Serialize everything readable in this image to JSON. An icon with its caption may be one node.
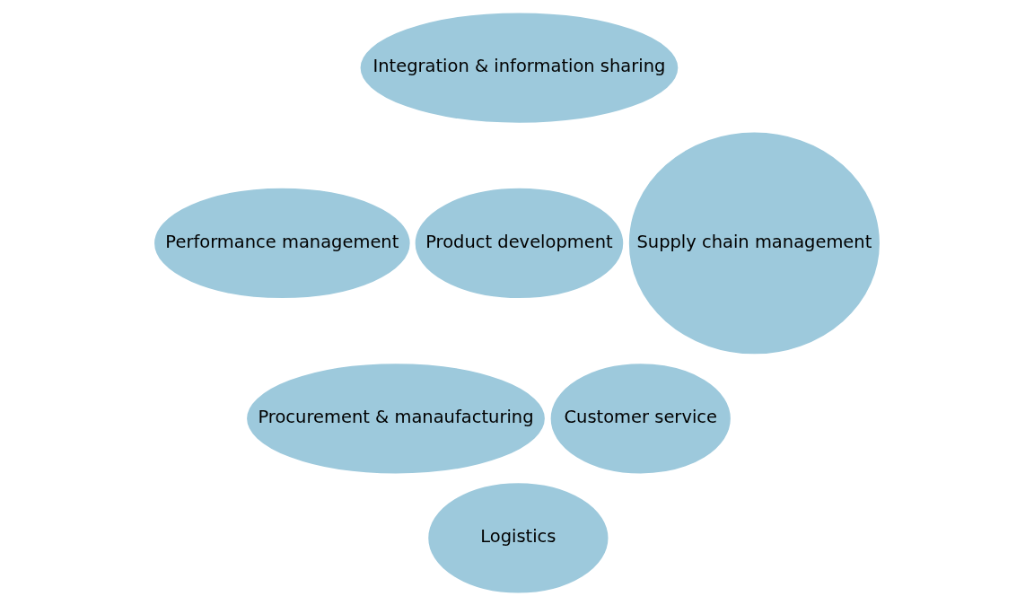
{
  "diagram": {
    "nodes": [
      {
        "text": [
          "Integration & information sharing"
        ]
      },
      {
        "text": [
          "Performance management"
        ]
      },
      {
        "text": [
          "Product development"
        ]
      },
      {
        "text": [
          "Supply chain management"
        ]
      },
      {
        "text": [
          "Procurement & manaufacturing"
        ]
      },
      {
        "text": [
          "Customer service"
        ]
      },
      {
        "text": [
          "Logistics"
        ]
      }
    ],
    "edges": []
  }
}
